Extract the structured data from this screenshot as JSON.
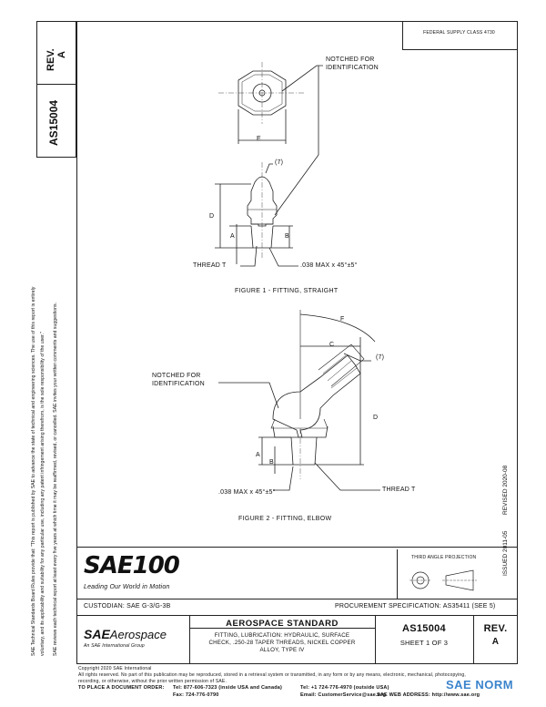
{
  "doc": {
    "rev_label": "REV.",
    "rev_value": "A",
    "doc_number": "AS15004",
    "fed_supply_class": "FEDERAL SUPPLY CLASS 4730",
    "issued": "ISSUED 2011-05",
    "revised": "REVISED 2020-08"
  },
  "left_margin": {
    "line1": "SAE Technical Standards Board Rules provide that: \"This report is published by SAE to advance the state of technical and engineering sciences. The use of this report is entirely",
    "line2": "voluntary, and its applicability and suitability for any particular use, including any patent infringement arising therefrom, is the sole responsibility of the user.\"",
    "line3": "SAE reviews each technical report at least every five years at which time it may be reaffirmed, revised, or cancelled. SAE invites your written comments and suggestions."
  },
  "figure1": {
    "caption": "FIGURE 1 - FITTING, STRAIGHT",
    "notch_label_1": "NOTCHED FOR",
    "notch_label_2": "IDENTIFICATION",
    "dim_E": "E",
    "dim_D": "D",
    "dim_A": "A",
    "dim_B": "B",
    "dim_R": "(7)",
    "thread": "THREAD T",
    "chamfer": ".038 MAX x 45°±5°"
  },
  "figure2": {
    "caption": "FIGURE 2 - FITTING, ELBOW",
    "notch_label_1": "NOTCHED FOR",
    "notch_label_2": "IDENTIFICATION",
    "dim_F": "F",
    "dim_C": "C",
    "dim_D": "D",
    "dim_A": "A",
    "dim_B": "B",
    "dim_R": "(7)",
    "thread": "THREAD T",
    "chamfer": ".038 MAX x 45°±5°"
  },
  "logo": {
    "sae100_a": "SAE",
    "sae100_b": "100",
    "tagline": "Leading Our World in Motion",
    "third_angle": "THIRD ANGLE PROJECTION"
  },
  "title_block": {
    "custodian": "CUSTODIAN: SAE G-3/G-3B",
    "procurement": "PROCUREMENT SPECIFICATION: AS35411 (SEE 5)",
    "brand_sae": "SAE",
    "brand_aero": "Aerospace",
    "brand_sub": "An SAE International Group",
    "heading": "AEROSPACE STANDARD",
    "desc_1": "FITTING, LUBRICATION: HYDRAULIC, SURFACE",
    "desc_2": "CHECK, .250-28 TAPER THREADS, NICKEL COPPER",
    "desc_3": "ALLOY, TYPE IV",
    "number": "AS15004",
    "sheet": "SHEET 1 OF 3",
    "rev_label": "REV.",
    "rev_value": "A"
  },
  "footer": {
    "copyright": "Copyright 2020 SAE International",
    "rights_1": "All rights reserved. No part of this publication may be reproduced, stored in a retrieval system or transmitted, in any form or by any means, electronic, mechanical, photocopying,",
    "rights_2": "recording, or otherwise, without the prior written permission of SAE.",
    "order_label": "TO PLACE A DOCUMENT ORDER:",
    "tel_1": "Tel: 877-606-7323 (inside USA and Canada)",
    "tel_2": "Tel: +1 724-776-4970 (outside USA)",
    "fax": "Fax: 724-776-0790",
    "email": "Email: CustomerService@sae.org",
    "web": "SAE WEB ADDRESS: http://www.sae.org",
    "watermark": "SAE NORM"
  },
  "colors": {
    "accent": "#1a6fc4",
    "ink": "#111111"
  }
}
